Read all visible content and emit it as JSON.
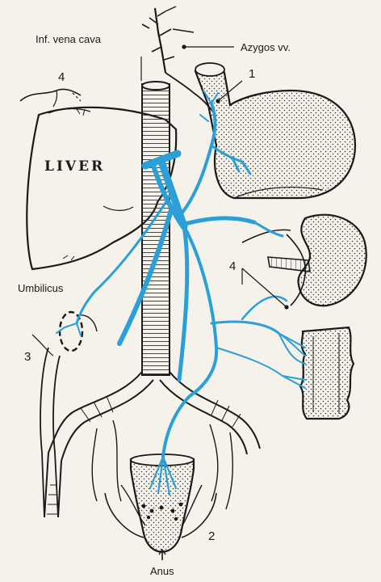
{
  "labels": {
    "inf_vena_cava": "Inf. vena cava",
    "azygos": "Azygos vv.",
    "liver": "LIVER",
    "umbilicus": "Umbilicus",
    "anus": "Anus",
    "site_1": "1",
    "site_2": "2",
    "site_3": "3",
    "site_4_liver": "4",
    "site_4_kidney": "4"
  },
  "colors": {
    "portal_system": "#2a9fd8",
    "line": "#1a1a1a",
    "background": "#f4f2ea"
  }
}
